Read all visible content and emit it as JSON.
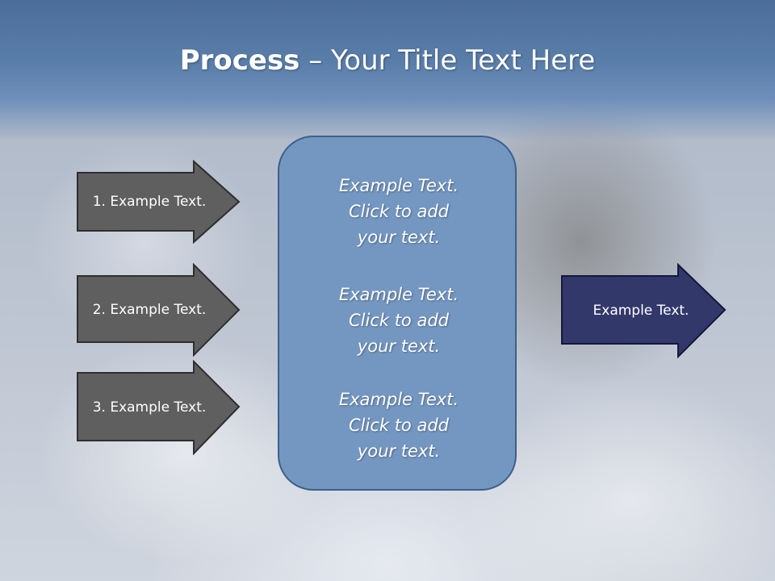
{
  "title": {
    "bold": "Process",
    "rest": " – Your Title Text Here"
  },
  "left_arrows": [
    {
      "label": "1. Example Text."
    },
    {
      "label": "2. Example Text."
    },
    {
      "label": "3. Example Text."
    }
  ],
  "center_items": [
    {
      "text": "Example Text.\nClick  to add\nyour text."
    },
    {
      "text": "Example Text.\nClick  to add\nyour text."
    },
    {
      "text": "Example Text.\nClick  to add\nyour text."
    }
  ],
  "right_arrow": {
    "label": "Example Text."
  },
  "colors": {
    "title_band": "#5a7eaa",
    "left_arrow_fill": "#5f5f5f",
    "center_box_fill": "#7497c2",
    "right_arrow_fill": "#33386b"
  }
}
